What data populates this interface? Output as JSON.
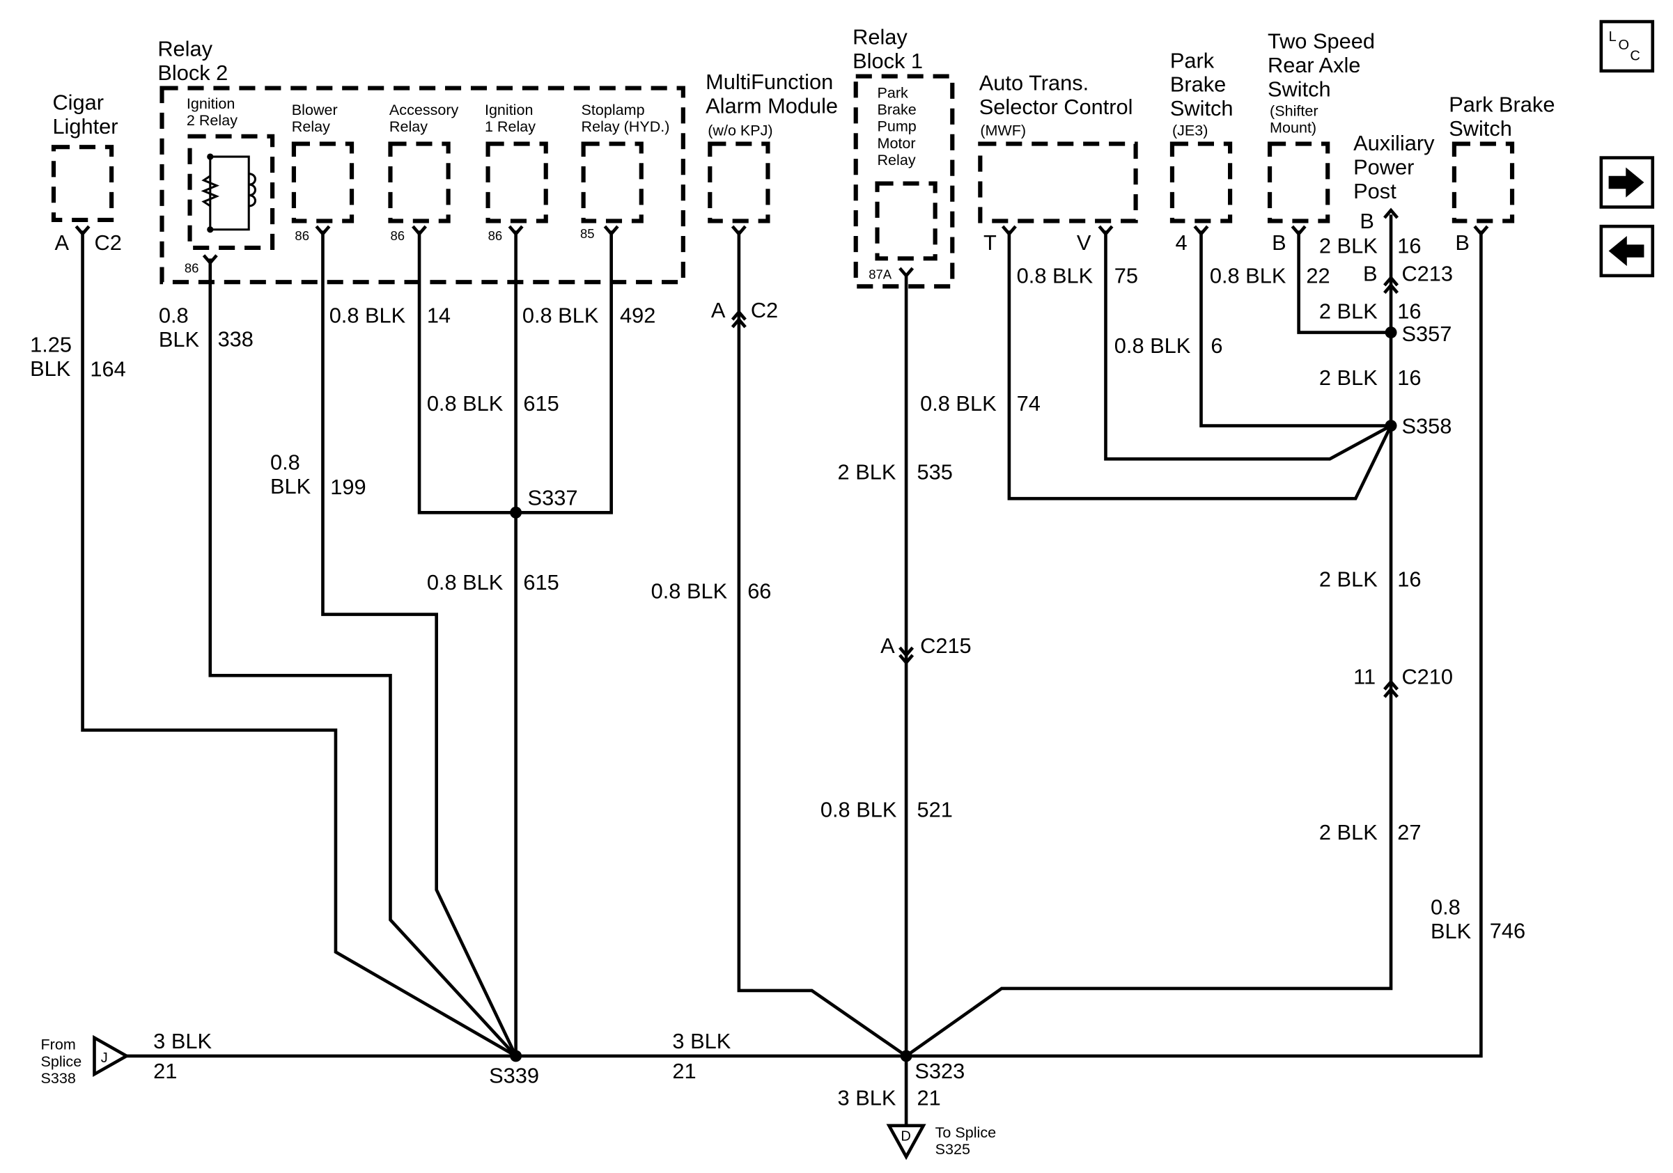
{
  "components": {
    "cigar_lighter": {
      "name": "Cigar\nLighter",
      "pin": "A",
      "conn": "C2"
    },
    "relay_block_2": {
      "name": "Relay\nBlock 2"
    },
    "ignition_2_relay": {
      "name": "Ignition\n2 Relay",
      "pin": "86"
    },
    "blower_relay": {
      "name": "Blower\nRelay",
      "pin": "86"
    },
    "accessory_relay": {
      "name": "Accessory\nRelay",
      "pin": "86"
    },
    "ignition_1_relay": {
      "name": "Ignition\n1 Relay",
      "pin": "86"
    },
    "stoplamp_relay": {
      "name": "Stoplamp\nRelay (HYD.)",
      "pin": "85"
    },
    "multifunction_alarm": {
      "name": "MultiFunction\nAlarm Module",
      "sub": "(w/o KPJ)"
    },
    "relay_block_1": {
      "name": "Relay\nBlock 1"
    },
    "park_brake_pump": {
      "name": "Park\nBrake\nPump\nMotor\nRelay",
      "pin": "87A"
    },
    "auto_trans": {
      "name": "Auto Trans.\nSelector Control",
      "sub": "(MWF)",
      "pin_t": "T",
      "pin_v": "V"
    },
    "park_brake_switch_je3": {
      "name": "Park\nBrake\nSwitch",
      "sub": "(JE3)",
      "pin": "4"
    },
    "two_speed_axle": {
      "name": "Two Speed\nRear Axle\nSwitch",
      "sub": "(Shifter\nMount)",
      "pin": "B"
    },
    "aux_power_post": {
      "name": "Auxiliary\nPower\nPost",
      "pin": "B"
    },
    "park_brake_switch": {
      "name": "Park Brake\nSwitch",
      "pin": "B"
    }
  },
  "wires": {
    "w164": {
      "gauge": "1.25\nBLK",
      "circuit": "164"
    },
    "w338": {
      "gauge": "0.8\nBLK",
      "circuit": "338"
    },
    "w14": {
      "gauge": "0.8 BLK",
      "circuit": "14"
    },
    "w492": {
      "gauge": "0.8 BLK",
      "circuit": "492"
    },
    "w615a": {
      "gauge": "0.8 BLK",
      "circuit": "615"
    },
    "w199": {
      "gauge": "0.8\nBLK",
      "circuit": "199"
    },
    "w615b": {
      "gauge": "0.8 BLK",
      "circuit": "615"
    },
    "w66": {
      "gauge": "0.8 BLK",
      "circuit": "66"
    },
    "w535": {
      "gauge": "2 BLK",
      "circuit": "535"
    },
    "w521": {
      "gauge": "0.8 BLK",
      "circuit": "521"
    },
    "w74": {
      "gauge": "0.8 BLK",
      "circuit": "74"
    },
    "w75": {
      "gauge": "0.8 BLK",
      "circuit": "75"
    },
    "w6": {
      "gauge": "0.8 BLK",
      "circuit": "6"
    },
    "w22": {
      "gauge": "0.8 BLK",
      "circuit": "22"
    },
    "w16a": {
      "gauge": "2 BLK",
      "circuit": "16"
    },
    "w16b": {
      "gauge": "2 BLK",
      "circuit": "16"
    },
    "w16c": {
      "gauge": "2 BLK",
      "circuit": "16"
    },
    "w16d": {
      "gauge": "2 BLK",
      "circuit": "16"
    },
    "w27": {
      "gauge": "2 BLK",
      "circuit": "27"
    },
    "w746": {
      "gauge": "0.8\nBLK",
      "circuit": "746"
    },
    "w21a": {
      "gauge": "3 BLK",
      "circuit": "21"
    },
    "w21b": {
      "gauge": "3 BLK",
      "circuit": "21"
    },
    "w21c": {
      "gauge": "3 BLK",
      "circuit": "21"
    }
  },
  "connectors": {
    "c2_mfa": {
      "pin": "A",
      "name": "C2"
    },
    "c215": {
      "pin": "A",
      "name": "C215"
    },
    "c210": {
      "pin": "11",
      "name": "C210"
    },
    "c213": {
      "pin": "B",
      "name": "C213"
    }
  },
  "splices": {
    "s337": "S337",
    "s339": "S339",
    "s323": "S323",
    "s357": "S357",
    "s358": "S358"
  },
  "from_splice": {
    "letter": "J",
    "text": "From\nSplice\nS338"
  },
  "to_splice": {
    "letter": "D",
    "text": "To Splice\nS325"
  },
  "nav": {
    "loc": "LOC",
    "next": "next-page",
    "prev": "previous-page"
  }
}
